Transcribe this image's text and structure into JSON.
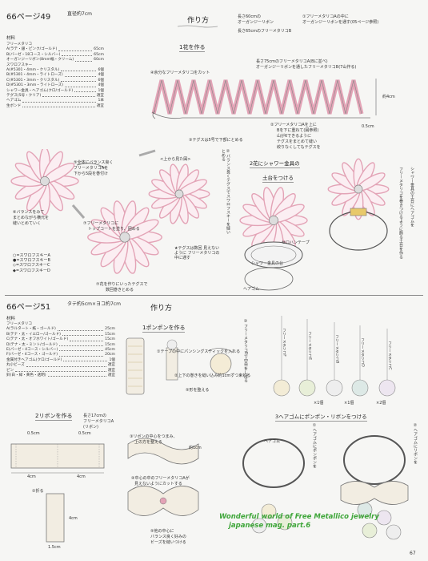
{
  "top": {
    "heading": "66ページ49",
    "size_note": "直径約7cm",
    "method_title": "作り方",
    "materials_title": "材料",
    "materials": [
      {
        "label": "フリーメタリコ",
        "qty": ""
      },
      {
        "label": "A(ラテ・銀・ピンク/ゴールド)",
        "qty": "65cm"
      },
      {
        "label": "B(バーゼ・18コース・シルバー)",
        "qty": "65cm"
      },
      {
        "label": "オーガンジーリボン(8mm幅・クリーム)",
        "qty": "60cm"
      },
      {
        "label": "スワロフスキー",
        "qty": ""
      },
      {
        "label": "A(#5301・4mm・クリスタル)",
        "qty": "6個"
      },
      {
        "label": "B(#5301・4mm・ライトローズ)",
        "qty": "4個"
      },
      {
        "label": "C(#5301・3mm・クリスタル)",
        "qty": "6個"
      },
      {
        "label": "D(#5301・3mm・ライトローズ)",
        "qty": "4個"
      },
      {
        "label": "シャワー金具・ヘアゴム(クロ/ゴールド)",
        "qty": "1個"
      },
      {
        "label": "テグス(5号・クリア)",
        "qty": "適宜"
      },
      {
        "label": "ヘアゴム",
        "qty": "1本"
      },
      {
        "label": "生ボンド",
        "qty": "適宜"
      }
    ],
    "step1_title": "1花を作る",
    "step2_title": "2花にシャワー金具の",
    "step2_title_b": "土台をつける",
    "notes": {
      "n1a": "長さ60cmの",
      "n1b": "オーガンジーリボン",
      "n1c": "①フリーメタリコAの中に",
      "n1d": "オーガンジーリボンを通す(05ページ参照)",
      "n1e": "長さ65cmのフリーメタリコB",
      "n2a": "長さ75cmのフリーメタリコA(Bに並べ)",
      "n2b": "オーガンジーリボンを通したフリーメタリコB(7山作る)",
      "n3": "④余分なフリーメタリコをカット",
      "n4": "②フリーメタリコAを上に",
      "n4b": "Bを下に重ねて(図参照)",
      "n4c": "山が6できるように",
      "n4d": "テグスをまとめて縫い",
      "n4e": "絞りなくしてもテグスを",
      "n5": "③テグスは5号で下部にとめる",
      "w1": "約4cm",
      "w2": "0.5cm",
      "n6": "⑤全体にバランス良く",
      "n6b": "フリーメタリコAを",
      "n6c": "下から5段を巻付け",
      "n7": "⑥バランスをみて",
      "n7b": "まとめながら横元を",
      "n7c": "縫いとめていく",
      "n8": "⑦フリーメタリコに",
      "n8b": "トップコートを塗り、固める",
      "n9": "⑦花を作りにいったテグスで",
      "n9b": "数回巻きとめる",
      "upper_view": "<上から見た図>",
      "legend": [
        "○=スワロフスキーA",
        "●=スワロフスキーB",
        "◇=スワロフスキーC",
        "◆=スワロフスキーD"
      ],
      "star": "★テグスは数回 見えないように フリーメタリコの 中に通す",
      "base_note": "シャワー金具の台",
      "tape_note": "セロハンテープ",
      "elastic": "ヘアゴム",
      "v_step": "②バランス良くテグスでスワロフスキーを縫いとめる",
      "v_right": "フリーメタリコを巻きつけるように飾る土台を作る",
      "v_right2": "シャワー金具の土台にヘアゴムを"
    }
  },
  "bottom": {
    "heading": "66ページ51",
    "size_note": "タテ約5cm×ヨコ約7cm",
    "method_title": "作り方",
    "materials_title": "材料",
    "materials": [
      {
        "label": "フリーメタリコ",
        "qty": ""
      },
      {
        "label": "A(ラルタート・紙・ゴールド)",
        "qty": "25cm"
      },
      {
        "label": "B(テナ・太・イエロー/ゴールド)",
        "qty": "15cm"
      },
      {
        "label": "C(テナ・太・オフホワイト/ゴールド)",
        "qty": "15cm"
      },
      {
        "label": "D(テナ・太・ミント/ゴールド)",
        "qty": "15cm"
      },
      {
        "label": "E(バーゼ・4コース・シルバー)",
        "qty": "45cm"
      },
      {
        "label": "F(バーゼ・4コース・ゴールド)",
        "qty": "20cm"
      },
      {
        "label": "金属付きヘアゴム(クロ/ゴールド)",
        "qty": "1個"
      },
      {
        "label": "丸小ビーズ",
        "qty": "適宜"
      },
      {
        "label": "ピン",
        "qty": "適宜"
      },
      {
        "label": "鈴(白・緑・黄色・透明)",
        "qty": "適宜"
      }
    ],
    "step1_title": "1ポンポンを作る",
    "step2_title": "2リボンを作る",
    "step3_title": "3ヘアゴムにポンポン・リボンをつける",
    "notes": {
      "a1": "①テープの中にパンシングスティックを入れる",
      "a2": "②上下の巻きを縫い込み約1cmずつ束ねる",
      "a3": "③フリーメタリコEで中央をしばる",
      "a4": "③フリーメタリコEで",
      "a5": "⑤形を整える",
      "b1": "長さ17cmの",
      "b2": "フリーメタリコA",
      "b3": "(リボン)",
      "b4": "③リボンの中心をつまみ、",
      "b5": "上の方を整える",
      "b6": "約1cm",
      "b7": "④中心の中のフリーメタリコAが",
      "b8": "見えないようにカットする",
      "b9": "⑤他の中心に",
      "b10": "バランス良く好みの",
      "b11": "ビーズを縫いつける",
      "m1": "0.5cm",
      "m2": "0.5cm",
      "m3": "4cm",
      "m4": "4cm",
      "m5": "1.5cm",
      "m6": "4cm",
      "step_fold": "②折る",
      "c1": "ヘアゴム",
      "c2": "①ヘアゴムにポンポンを",
      "c3": "②ヘアゴムにリボンを",
      "x1": "×1個",
      "x2": "×1個",
      "x3": "×2個",
      "beads_v": "丸小ビーズと一緒に鈴を通してカット",
      "free_labels": [
        "フリーメタリコF",
        "フリーメタリコE",
        "フリーメタリコB",
        "フリーメタリコD",
        "フリーメタリコC"
      ]
    }
  },
  "watermark": {
    "line1": "Wonderful world of Free Metallico jewelry",
    "line2": "japanese mag. part.6"
  },
  "page_number": "67",
  "colors": {
    "pink": "#e3a3b6",
    "grey_line": "#777777",
    "watermark": "#3fa63a"
  }
}
